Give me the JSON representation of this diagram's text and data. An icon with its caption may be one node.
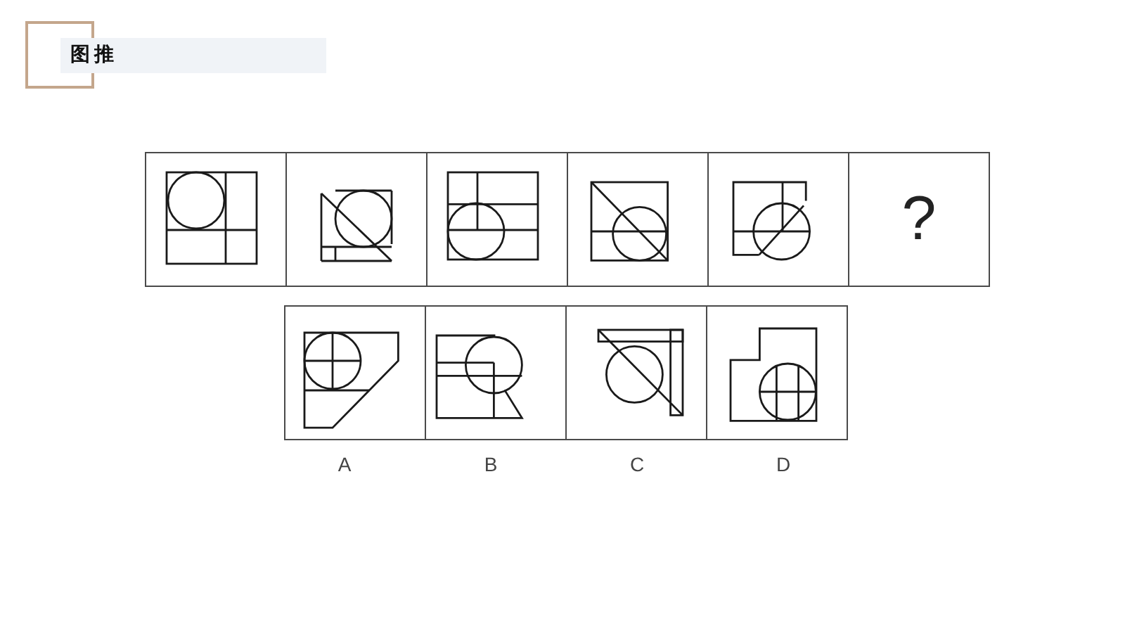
{
  "diagram": {
    "title": "图推",
    "nodes": [
      {
        "text": [],
        "shape": "picture"
      },
      {
        "text": [],
        "shape": "picture"
      },
      {
        "text": [],
        "shape": "picture"
      },
      {
        "text": [],
        "shape": "picture"
      },
      {
        "text": [],
        "shape": "picture"
      },
      {
        "text": [
          "?"
        ]
      },
      {
        "text": [],
        "shape": "picture",
        "beside": [
          "A"
        ]
      },
      {
        "text": [],
        "shape": "picture",
        "beside": [
          "B"
        ]
      },
      {
        "text": [],
        "shape": "picture",
        "beside": [
          "C"
        ]
      },
      {
        "text": [],
        "shape": "picture",
        "beside": [
          "D"
        ]
      }
    ]
  }
}
